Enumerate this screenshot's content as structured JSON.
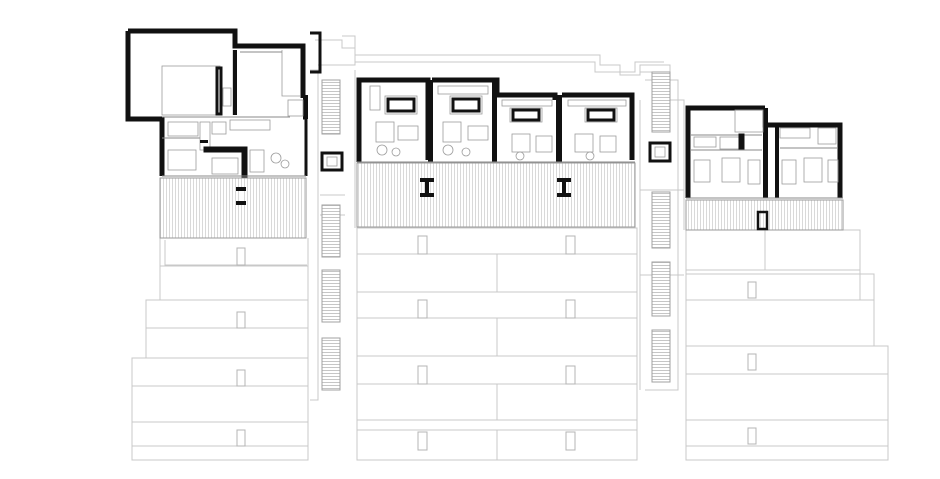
{
  "drawing": {
    "kind": "floor-plan",
    "colors": {
      "background": "#ffffff",
      "walls": "#111111",
      "lines": "#c8c8c8",
      "furniture": "#9c9c9c"
    },
    "blocks": [
      {
        "id": "west",
        "units_on_top_floor": 1,
        "terrace_rows_below": 4
      },
      {
        "id": "center",
        "units_on_top_floor": 4,
        "terrace_rows_below": 4
      },
      {
        "id": "east",
        "units_on_top_floor": 2,
        "terrace_rows_below": 4
      }
    ]
  }
}
